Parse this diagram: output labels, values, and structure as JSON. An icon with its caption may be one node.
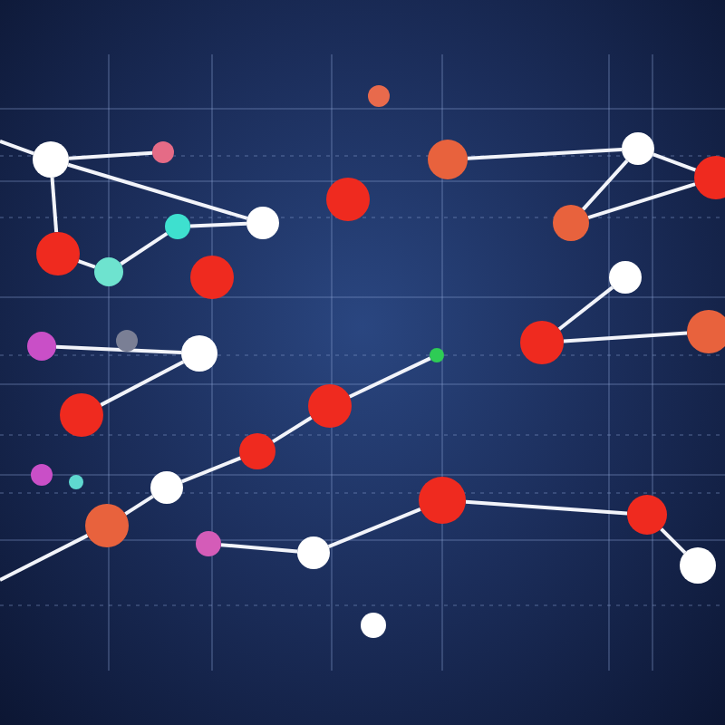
{
  "diagram": {
    "nodes": [
      {
        "text": [],
        "shape": "circle"
      },
      {
        "text": [],
        "shape": "circle"
      },
      {
        "text": [],
        "shape": "circle"
      },
      {
        "text": [],
        "shape": "circle"
      },
      {
        "text": [],
        "shape": "circle"
      },
      {
        "text": [],
        "shape": "circle"
      },
      {
        "text": [],
        "shape": "circle"
      },
      {
        "text": [],
        "shape": "circle"
      },
      {
        "text": [],
        "shape": "circle"
      },
      {
        "text": [],
        "shape": "circle"
      },
      {
        "text": [],
        "shape": "circle"
      },
      {
        "text": [],
        "shape": "circle"
      },
      {
        "text": [],
        "shape": "circle"
      },
      {
        "text": [],
        "shape": "circle"
      },
      {
        "text": [],
        "shape": "circle"
      },
      {
        "text": [],
        "shape": "circle"
      },
      {
        "text": [],
        "shape": "circle"
      },
      {
        "text": [],
        "shape": "circle"
      },
      {
        "text": [],
        "shape": "circle"
      },
      {
        "text": [],
        "shape": "circle"
      },
      {
        "text": [],
        "shape": "circle"
      },
      {
        "text": [],
        "shape": "circle"
      },
      {
        "text": [],
        "shape": "circle"
      },
      {
        "text": [],
        "shape": "circle"
      },
      {
        "text": [],
        "shape": "circle"
      },
      {
        "text": [],
        "shape": "circle"
      },
      {
        "text": [],
        "shape": "circle"
      },
      {
        "text": [],
        "shape": "circle"
      },
      {
        "text": [],
        "shape": "circle"
      },
      {
        "text": [],
        "shape": "circle"
      },
      {
        "text": [],
        "shape": "circle"
      },
      {
        "text": [],
        "shape": "circle"
      },
      {
        "text": [],
        "shape": "circle"
      }
    ],
    "edges": [
      {
        "from": null,
        "to": 0,
        "arrow": "none"
      },
      {
        "from": 0,
        "to": 1,
        "arrow": "none"
      },
      {
        "from": 0,
        "to": 2,
        "arrow": "none"
      },
      {
        "from": 0,
        "to": 4,
        "arrow": "none"
      },
      {
        "from": 3,
        "to": 2,
        "arrow": "none"
      },
      {
        "from": 5,
        "to": 3,
        "arrow": "none"
      },
      {
        "from": 4,
        "to": 5,
        "arrow": "none"
      },
      {
        "from": 9,
        "to": 10,
        "arrow": "none"
      },
      {
        "from": 12,
        "to": 10,
        "arrow": "none"
      },
      {
        "from": 10,
        "to": 11,
        "arrow": "none"
      },
      {
        "from": 12,
        "to": 11,
        "arrow": "none"
      },
      {
        "from": 14,
        "to": 13,
        "arrow": "none"
      },
      {
        "from": 14,
        "to": 15,
        "arrow": "none"
      },
      {
        "from": 16,
        "to": 18,
        "arrow": "none"
      },
      {
        "from": 18,
        "to": 20,
        "arrow": "none"
      },
      {
        "from": 19,
        "to": 21,
        "arrow": "none"
      },
      {
        "from": 21,
        "to": 22,
        "arrow": "none"
      },
      {
        "from": 22,
        "to": 25,
        "arrow": "none"
      },
      {
        "from": 25,
        "to": 26,
        "arrow": "none"
      },
      {
        "from": 26,
        "to": null,
        "arrow": "none"
      },
      {
        "from": 28,
        "to": 29,
        "arrow": "none"
      },
      {
        "from": 29,
        "to": 30,
        "arrow": "none"
      },
      {
        "from": 30,
        "to": 31,
        "arrow": "none"
      },
      {
        "from": 27,
        "to": 28,
        "arrow": "none"
      }
    ]
  }
}
